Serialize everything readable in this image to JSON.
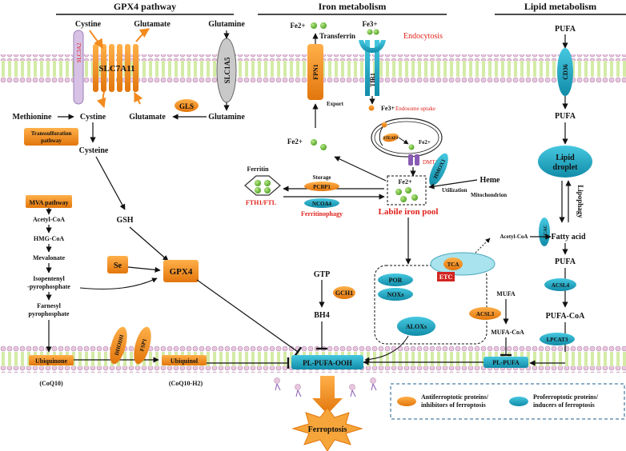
{
  "sections": {
    "gpx4": "GPX4 pathway",
    "iron": "Iron metabolism",
    "lipid": "Lipid metabolism"
  },
  "gpx4_pathway": {
    "cystine_top": "Cystine",
    "glutamate_top": "Glutamate",
    "glutamine_top": "Glutamine",
    "xct": "SLC3A2",
    "slc7a11": "SLC7A11",
    "slc1a5": "SLC1A5",
    "methionine": "Methionine",
    "cystine": "Cystine",
    "glutamate": "Glutamate",
    "glutamine": "Glutamine",
    "gls": "GLS",
    "transsulfuration": "Transsulfuration pathway",
    "cysteine": "Cysteine",
    "gsh": "GSH",
    "gpx4": "GPX4",
    "se": "Se"
  },
  "mva": {
    "pathway": "MVA pathway",
    "acetyl_coa": "Acetyl-CoA",
    "hmg_coa": "HMG-CoA",
    "mevalonate": "Mevalonate",
    "isopentenyl_1": "Isopentenyl",
    "isopentenyl_2": "-pyrophosphate",
    "farnesyl_1": "Farnesyl",
    "farnesyl_2": "pyrophosphate"
  },
  "coq": {
    "ubiquinone": "Ubiquinone",
    "ubiquinol": "Ubiquinol",
    "dhodh": "DHODH",
    "fsp1": "FSP1",
    "coq10": "(CoQ10)",
    "coq10h2": "(CoQ10-H2)"
  },
  "iron_metabolism": {
    "fe2_top": "Fe2+",
    "fe3_top": "Fe3+",
    "transferrin": "Transferrin",
    "endocytosis": "Endocytosis",
    "fpn1": "FPN1",
    "tfr1": "TfR1",
    "export": "Export",
    "fe3_endo": "Fe3+",
    "endosome_uptake": "Endosome uptake",
    "steap3": "STEAP3",
    "fe2_endo": "Fe2+",
    "dmt1": "DMT1",
    "fe2_left": "Fe2+",
    "hmox1": "HMOX1",
    "heme": "Heme",
    "utilization": "Utilization",
    "mitochondrion": "Mitochondrion",
    "fe2_pool": "Fe2+",
    "labile_pool": "Labile iron pool",
    "ferritin": "Ferritin",
    "fth1": "FTH1/FTL",
    "storage": "Storage",
    "pcbp1": "PCBP1",
    "ncoa4": "NCOA4",
    "ferritinophagy": "Ferritinophagy",
    "por": "POR",
    "noxs": "NOXs",
    "tca": "TCA",
    "etc": "ETC",
    "alox": "ALOXs"
  },
  "gtp_branch": {
    "gtp": "GTP",
    "gch1": "GCH1",
    "bh4": "BH4"
  },
  "lipid_metabolism": {
    "pufa_top": "PUFA",
    "cd36": "CD36",
    "pufa_2": "PUFA",
    "droplet_1": "Lipid",
    "droplet_2": "droplet",
    "lipophagy": "Lipophagy",
    "acetyl_coa": "Acetyl-CoA",
    "acac": "ACAC",
    "fatty_acid": "Fatty acid",
    "pufa_3": "PUFA",
    "acsl4": "ACSL4",
    "pufa_coa": "PUFA-CoA",
    "mufa": "MUFA",
    "acsl3": "ACSL3",
    "mufa_coa": "MUFA-CoA",
    "lpcat3": "LPCAT3",
    "pl_pufa": "PL-PUFA"
  },
  "center": {
    "pl_pufa_ooh": "PL-PUFA-OOH",
    "ferroptosis": "Ferroptosis"
  },
  "legend": {
    "anti_1": "Antiferroptotic proteins/",
    "anti_2": "inhibitors of ferroptosis",
    "pro_1": "Proferroptotic proteins/",
    "pro_2": "inducers of ferroptosis"
  },
  "colors": {
    "orange": "#f28a1e",
    "cyan": "#1ba9c6",
    "green": "#6fbe3a",
    "red": "#e0201a",
    "membrane_head": "#e8c6e0",
    "membrane_tail": "#b8dd6a"
  }
}
